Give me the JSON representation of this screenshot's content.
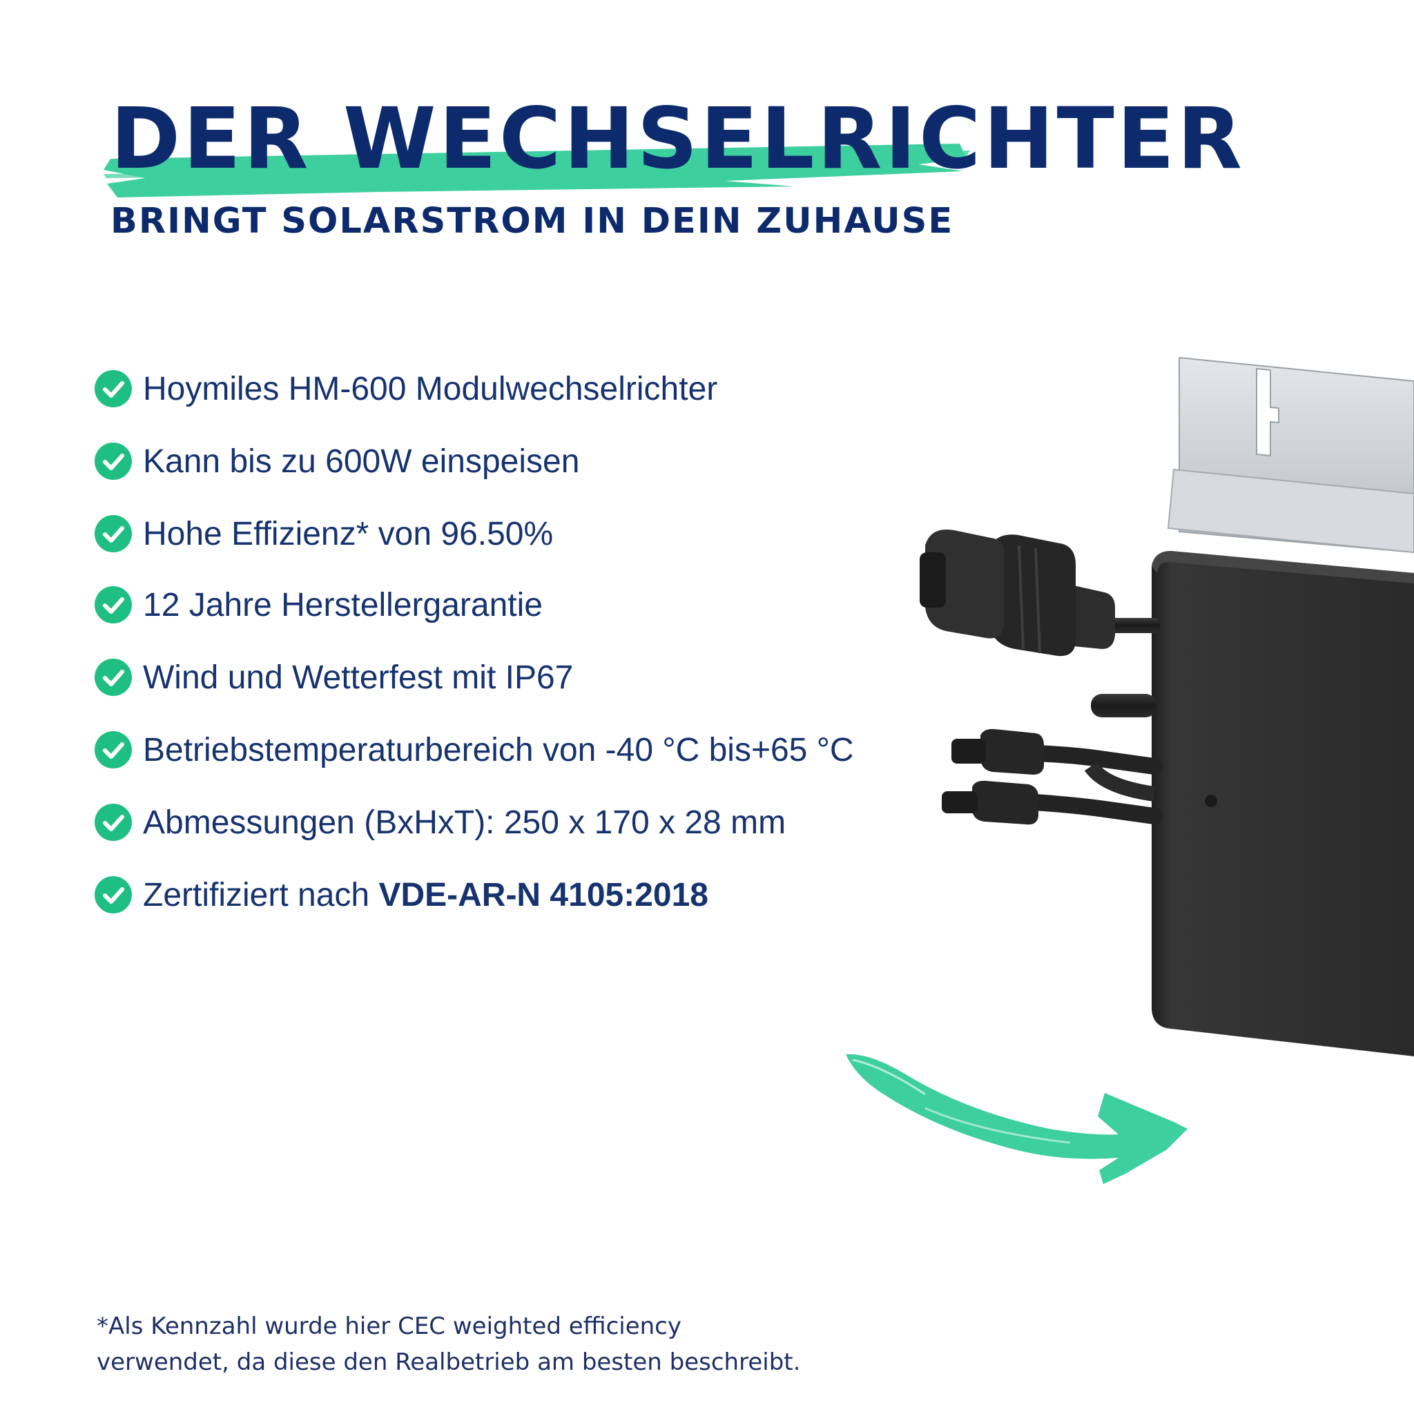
{
  "header": {
    "title": "DER WECHSELRICHTER",
    "subtitle": "BRINGT SOLARSTROM IN DEIN ZUHAUSE"
  },
  "features": [
    {
      "text": "Hoymiles HM-600 Modulwechselrichter"
    },
    {
      "text": "Kann bis zu 600W einspeisen"
    },
    {
      "text": "Hohe Effizienz* von 96.50%"
    },
    {
      "text": "12 Jahre Herstellergarantie"
    },
    {
      "text": "Wind und Wetterfest mit IP67"
    },
    {
      "text": "Betriebstemperaturbereich von -40 °C bis+65 °C"
    },
    {
      "text": "Abmessungen (BxHxT): 250 x 170 x 28 mm"
    },
    {
      "text": "Zertifiziert nach ",
      "bold": "VDE-AR-N 4105:2018"
    }
  ],
  "footnote": {
    "line1": "*Als Kennzahl wurde hier CEC weighted efficiency",
    "line2": "verwendet, da diese den Realbetrieb am besten beschreibt."
  },
  "colors": {
    "navy": "#0d2b6c",
    "accent_green": "#3ecf9f",
    "check_green": "#1fbf84",
    "device_dark": "#2b2b2b"
  },
  "icons": {
    "bullet": "check-circle-icon",
    "arrow": "curved-arrow-right-icon"
  }
}
